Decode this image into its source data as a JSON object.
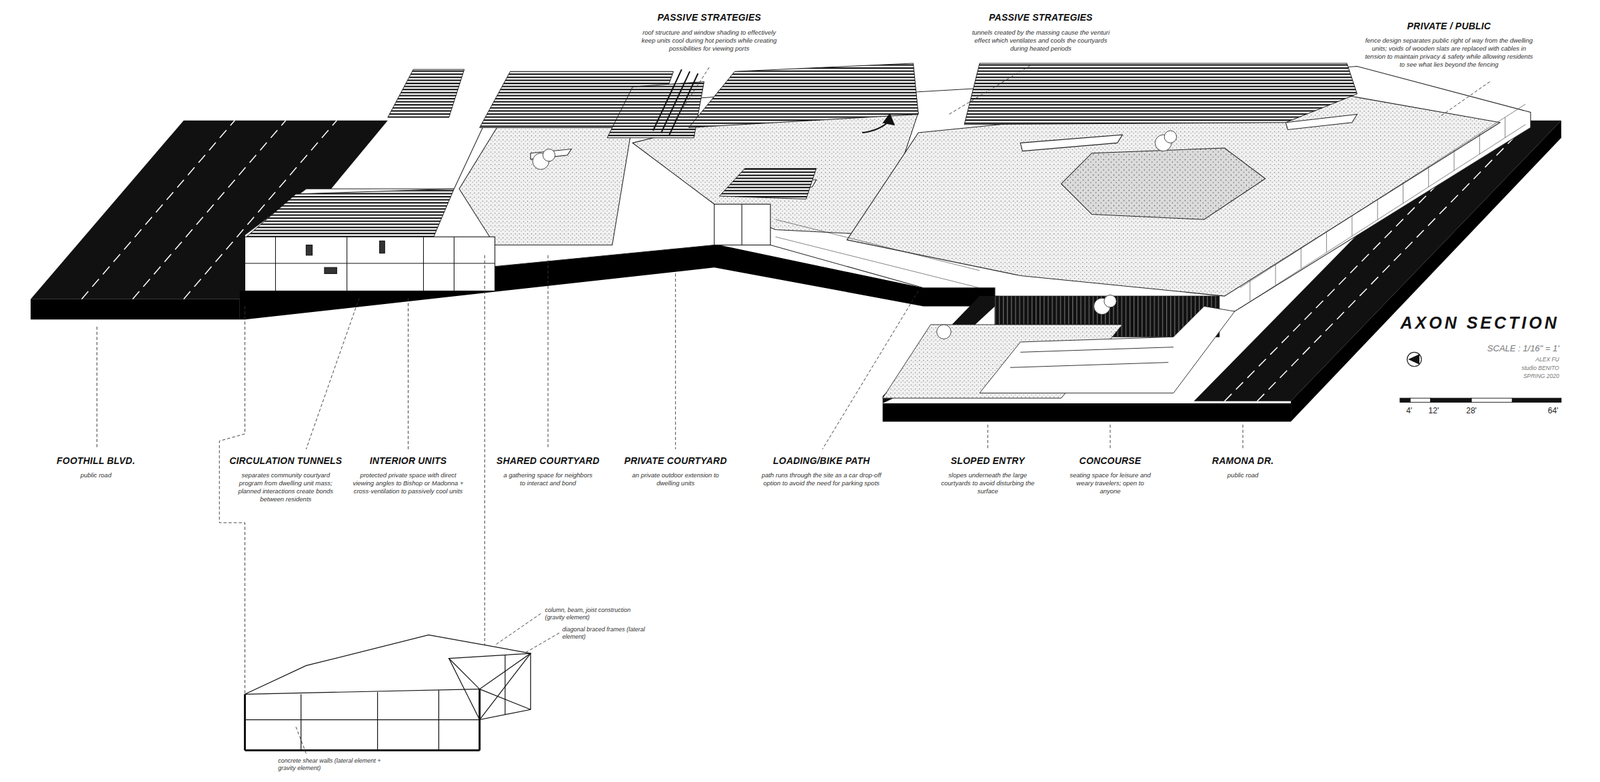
{
  "diagram": {
    "title": "AXON SECTION",
    "labels": [
      "PASSIVE STRATEGIES",
      "roof structure and window shading to effectively keep units cool during hot periods while creating possibilities for viewing ports",
      "PASSIVE STRATEGIES",
      "tunnels created by the massing cause the venturi effect which ventilates and cools the courtyards during heated periods",
      "PRIVATE / PUBLIC",
      "fence design separates public right of way from the dwelling units; voids of wooden slats are replaced with cables in tension to maintain privacy & safety while allowing residents to see what lies beyond the fencing",
      "FOOTHILL BLVD.",
      "public road",
      "CIRCULATION TUNNELS",
      "separates community courtyard program from dwelling unit mass; planned interactions create bonds between residents",
      "INTERIOR UNITS",
      "protected private space with direct viewing angles to Bishop or Madonna + cross-ventilation to passively cool units",
      "SHARED COURTYARD",
      "a gathering space for neighbors to interact and bond",
      "PRIVATE COURTYARD",
      "an private outdoor extension to dwelling units",
      "LOADING/BIKE PATH",
      "path runs through the site as a car drop-off option to avoid the need for parking spots",
      "SLOPED ENTRY",
      "slopes underneath the large courtyards to avoid disturbing the surface",
      "CONCOURSE",
      "seating space for leisure and weary travelers; open to anyone",
      "RAMONA DR.",
      "public road",
      "SCALE : 1/16\" = 1'",
      "ALEX FU",
      "studio BENITO",
      "SPRING 2020",
      "4'",
      "12'",
      "28'",
      "64'",
      "column, beam, joist construction (gravity element)",
      "diagonal braced frames (lateral element)",
      "concrete shear walls (lateral element + gravity element)"
    ]
  }
}
